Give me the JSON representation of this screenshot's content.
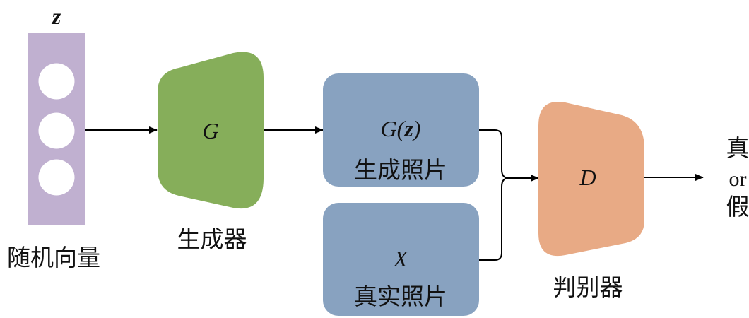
{
  "diagram": {
    "title": "GAN architecture",
    "colors": {
      "vector": "#c0b0d0",
      "generator": "#86ae5a",
      "images": "#88a2c0",
      "discriminator": "#e8aa85",
      "arrow": "#000000",
      "circle": "#ffffff"
    },
    "nodes": {
      "noise": {
        "symbol": "z",
        "label": "随机向量",
        "circle_count": 3
      },
      "generator": {
        "symbol": "G",
        "label": "生成器"
      },
      "generated": {
        "symbol": "G(z)",
        "symbol_main": "G(",
        "symbol_var": "z",
        "symbol_close": ")",
        "label": "生成照片"
      },
      "real": {
        "symbol": "X",
        "label": "真实照片"
      },
      "discriminator": {
        "symbol": "D",
        "label": "判别器"
      },
      "output": {
        "line1": "真",
        "line2": "or",
        "line3": "假"
      }
    },
    "edges": [
      {
        "from": "noise",
        "to": "generator"
      },
      {
        "from": "generator",
        "to": "generated"
      },
      {
        "from": "generated",
        "to": "discriminator"
      },
      {
        "from": "real",
        "to": "discriminator"
      },
      {
        "from": "discriminator",
        "to": "output"
      }
    ]
  }
}
